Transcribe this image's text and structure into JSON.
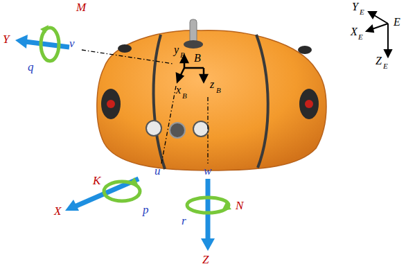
{
  "diagram": {
    "labels": [
      "M",
      "Y",
      "v",
      "q",
      "y",
      "B",
      "B",
      "x",
      "B",
      "z",
      "B",
      "Y",
      "E",
      "X",
      "E",
      "E",
      "Z",
      "E",
      "K",
      "u",
      "w",
      "N",
      "p",
      "X",
      "r",
      "Z"
    ]
  }
}
